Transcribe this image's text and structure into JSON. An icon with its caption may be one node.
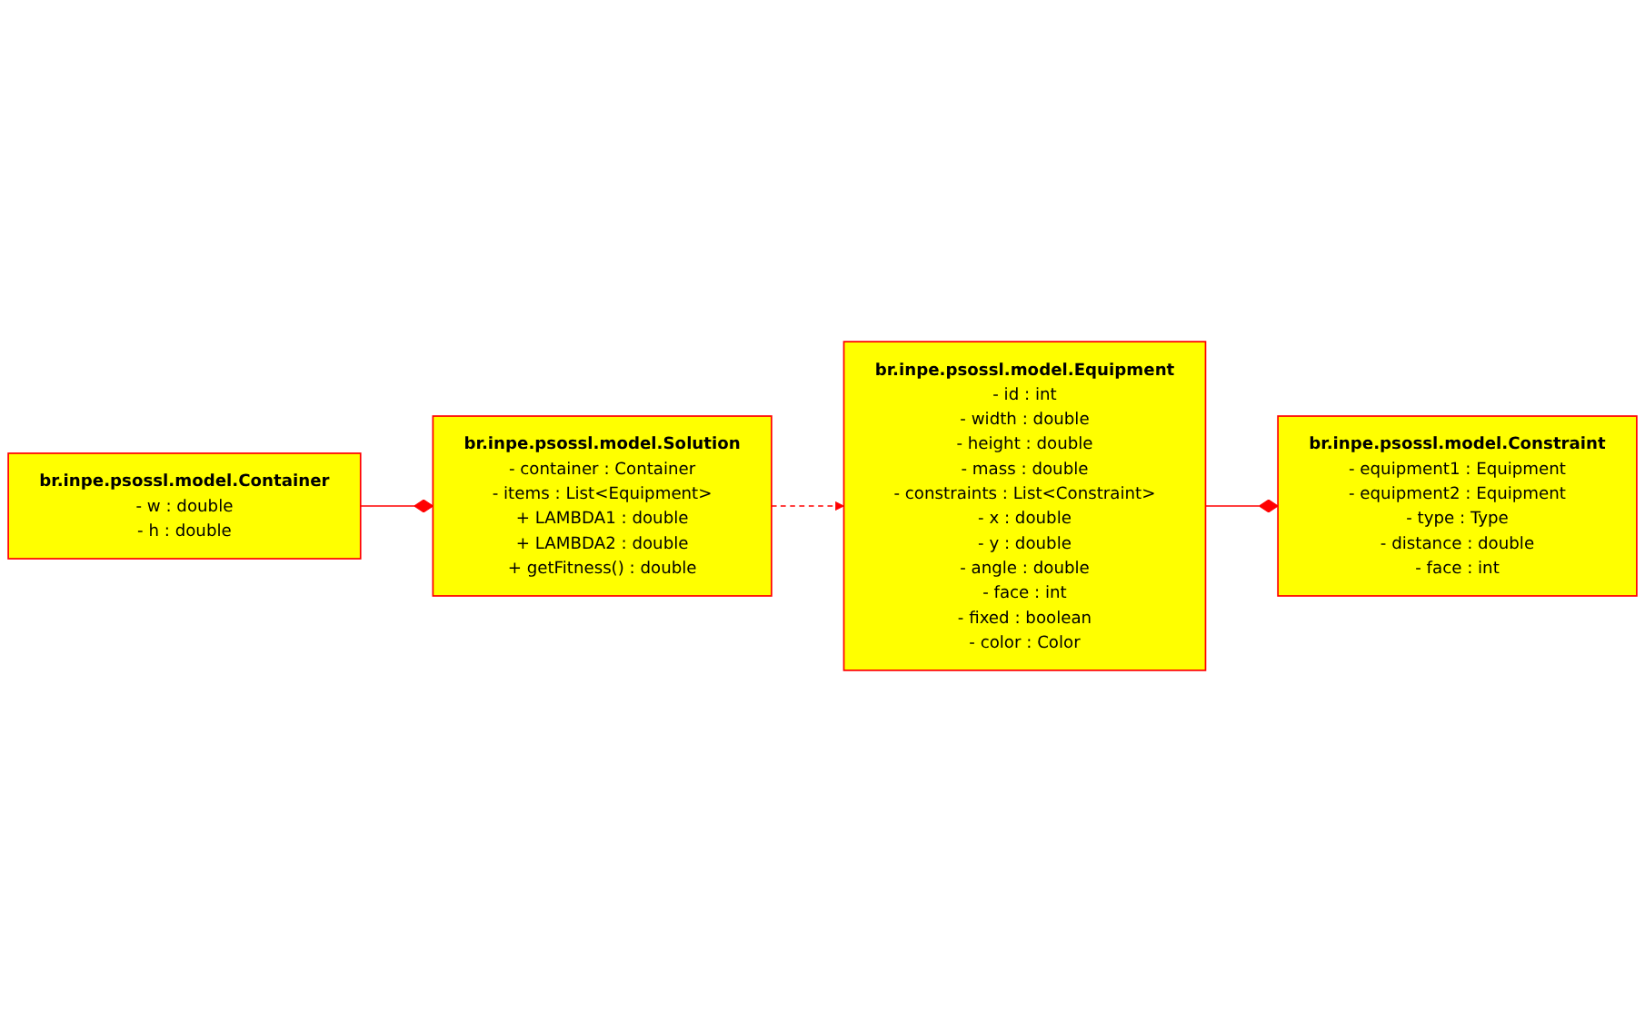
{
  "diagram": {
    "nodes": [
      {
        "text": [
          "br.inpe.psossl.model.Equipment",
          "- id : int",
          "- width : double",
          "- height : double",
          "- mass : double",
          "- constraints : List<Constraint>",
          "- x : double",
          "- y : double",
          "- angle : double",
          "- face : int",
          "- fixed : boolean",
          "- color : Color"
        ]
      },
      {
        "text": [
          "br.inpe.psossl.model.Constraint",
          "- equipment1 : Equipment",
          "- equipment2 : Equipment",
          "- type : Type",
          "- distance : double",
          "- face : int"
        ]
      },
      {
        "text": [
          "br.inpe.psossl.model.Container",
          "- w : double",
          "- h : double"
        ]
      },
      {
        "text": [
          "br.inpe.psossl.model.Solution",
          "- container : Container",
          "- items : List<Equipment>",
          "+ LAMBDA1 : double",
          "+ LAMBDA2 : double",
          "+ getFitness() : double"
        ]
      }
    ],
    "edges": [
      {
        "from": 0,
        "to": 1,
        "arrow": "other"
      },
      {
        "from": 3,
        "to": 0,
        "arrow": "to",
        "style": "dashed"
      },
      {
        "from": 2,
        "to": 3,
        "arrow": "other"
      }
    ]
  }
}
